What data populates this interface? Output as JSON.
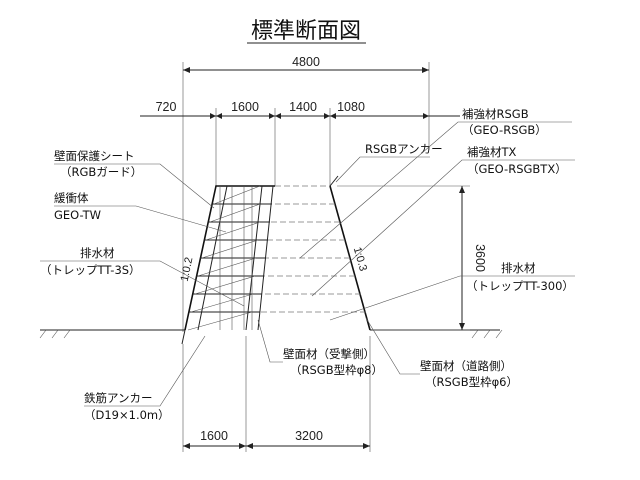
{
  "title": "標準断面図",
  "dimensions": {
    "total_top": "4800",
    "seg1": "720",
    "seg2": "1600",
    "seg3": "1400",
    "seg4": "1080",
    "height": "3600",
    "bottom1": "1600",
    "bottom2": "3200"
  },
  "slopes": {
    "left": "1:0.2",
    "right": "1:0.3"
  },
  "labels": {
    "wall_sheet": "壁面保護シート",
    "wall_sheet_sub": "（RGBガード）",
    "cushion": "緩衝体",
    "cushion_sub": "GEO-TW",
    "drain_left": "排水材",
    "drain_left_sub": "（トレップTT-3S）",
    "rebar_anchor": "鉄筋アンカー",
    "rebar_anchor_sub": "（D19×1.0m）",
    "rsgb_anchor": "RSGBアンカー",
    "reinf_rsgb": "補強材RSGB",
    "reinf_rsgb_sub": "（GEO-RSGB）",
    "reinf_tx": "補強材TX",
    "reinf_tx_sub": "（GEO-RSGBTX）",
    "drain_right": "排水材",
    "drain_right_sub": "（トレップTT-300）",
    "wall_face_a": "壁面材（受撃側）",
    "wall_face_a_sub": "（RSGB型枠φ8）",
    "wall_face_b": "壁面材（道路側）",
    "wall_face_b_sub": "（RSGB型枠φ6）"
  }
}
